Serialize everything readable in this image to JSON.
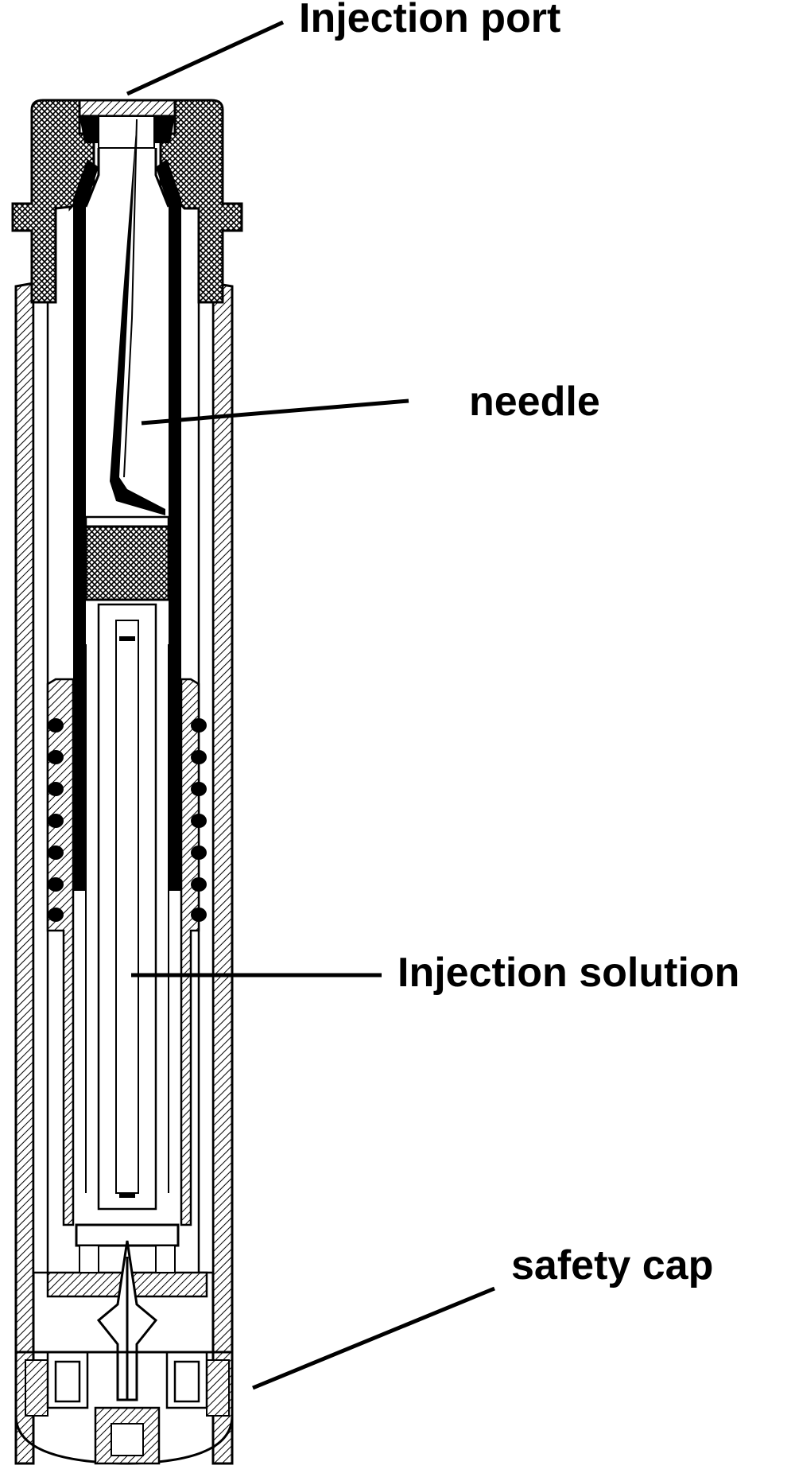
{
  "labels": {
    "injection_port": "Injection port",
    "needle": "needle",
    "injection_solution": "Injection solution",
    "safety_cap": "safety cap"
  },
  "colors": {
    "ink": "#000000",
    "paper": "#ffffff"
  }
}
